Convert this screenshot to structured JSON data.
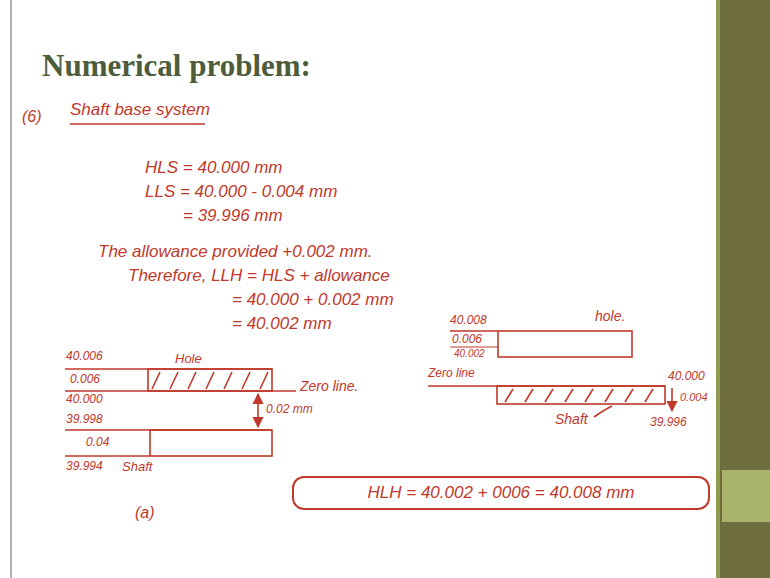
{
  "diagram": {
    "title": "Numerical problem:",
    "nodes": [
      {
        "text": [
          "HLH = 40.002 + 0006 = 40.008 mm"
        ]
      }
    ],
    "labels": [
      "(6)",
      "Shaft base system",
      "HLS = 40.000 mm",
      "LLS = 40.000 - 0.004 mm",
      "= 39.996 mm",
      "The allowance provided +0.002 mm.",
      "Therefore, LLH = HLS + allowance",
      "= 40.000 + 0.002 mm",
      "= 40.002 mm",
      "40.006",
      "Hole",
      "0.006",
      "Zero line.",
      "40.000",
      "39.998",
      "0.04",
      "39.994",
      "Shaft",
      "0.02 mm",
      "(a)",
      "40.008",
      "hole.",
      "0.006",
      "40.002",
      "Zero line",
      "40.000",
      "0.004",
      "Shaft",
      "39.996"
    ]
  }
}
